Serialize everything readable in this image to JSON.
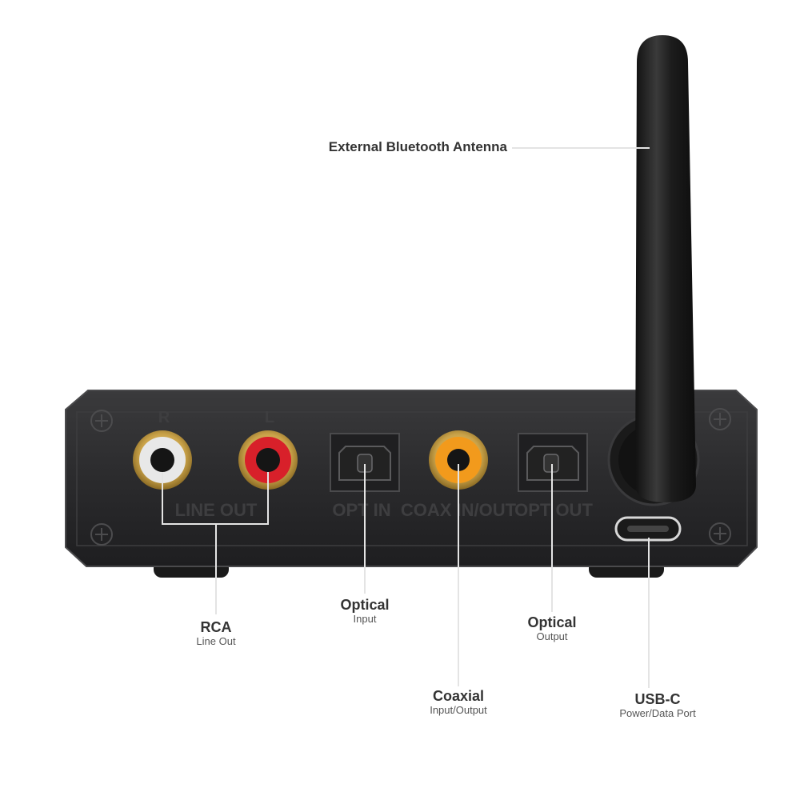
{
  "device": {
    "channel_r": "R",
    "channel_l": "L",
    "panel_labels": {
      "line_out": "LINE OUT",
      "opt_in": "OPT IN",
      "coax": "COAX IN/OUT",
      "opt_out": "OPT OUT"
    }
  },
  "callouts": {
    "antenna": "External Bluetooth Antenna",
    "rca": {
      "title": "RCA",
      "subtitle": "Line Out"
    },
    "optical_in": {
      "title": "Optical",
      "subtitle": "Input"
    },
    "coaxial": {
      "title": "Coaxial",
      "subtitle": "Input/Output"
    },
    "optical_out": {
      "title": "Optical",
      "subtitle": "Output"
    },
    "usbc": {
      "title": "USB-C",
      "subtitle": "Power/Data Port"
    }
  },
  "colors": {
    "body": "#2b2b2d",
    "rca_white": "#e8e8e8",
    "rca_red": "#d8202a",
    "coax_orange": "#f29a1c",
    "gold": "#c9a249"
  }
}
